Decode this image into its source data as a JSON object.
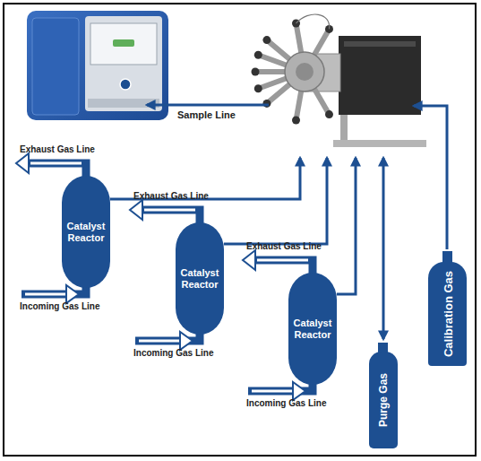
{
  "diagram": {
    "nodes": [
      {
        "text": [
          "Catalyst Reactor"
        ]
      },
      {
        "text": [
          "Catalyst Reactor"
        ]
      },
      {
        "text": [
          "Catalyst Reactor"
        ]
      },
      {
        "text": [
          "Purge Gas"
        ]
      },
      {
        "text": [
          "Calibration Gas"
        ]
      }
    ],
    "labels": [
      "Sample Line",
      "Exhaust Gas Line",
      "Incoming Gas Line",
      "Exhaust Gas Line",
      "Incoming Gas Line",
      "Exhaust Gas Line",
      "Incoming Gas Line"
    ]
  }
}
